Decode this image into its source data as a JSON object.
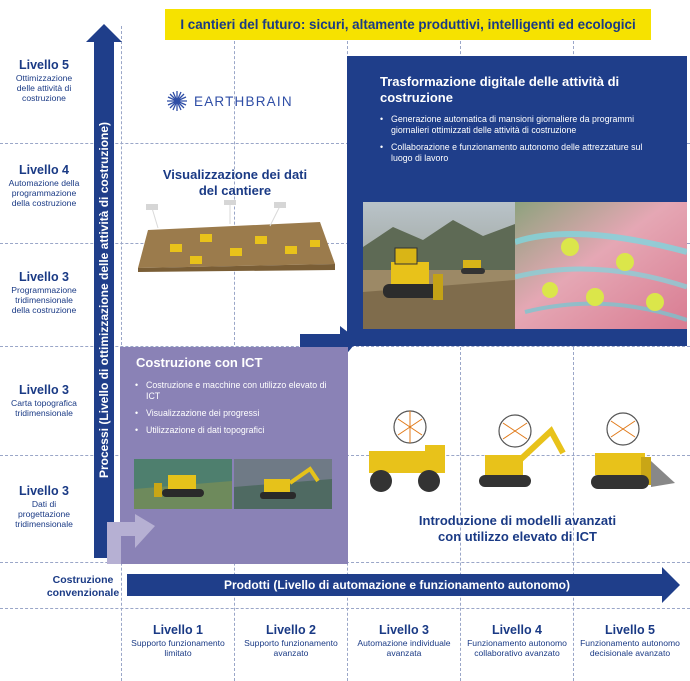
{
  "title": "I cantieri del futuro: sicuri, altamente produttivi, intelligenti ed ecologici",
  "left_levels": [
    {
      "label": "Livello 5",
      "sub": [
        "Ottimizzazione",
        "delle attività di",
        "costruzione"
      ]
    },
    {
      "label": "Livello 4",
      "sub": [
        "Automazione della",
        "programmazione",
        "della costruzione"
      ]
    },
    {
      "label": "Livello 3",
      "sub": [
        "Programmazione",
        "tridimensionale",
        "della costruzione"
      ]
    },
    {
      "label": "Livello 3",
      "sub": [
        "Carta topografica",
        "tridimensionale"
      ]
    },
    {
      "label": "Livello 3",
      "sub": [
        "Dati di",
        "progettazione",
        "tridimensionale"
      ]
    }
  ],
  "conventional": [
    "Costruzione",
    "convenzionale"
  ],
  "bottom_levels": [
    {
      "label": "Livello 1",
      "sub": [
        "Supporto funzionamento",
        "limitato"
      ]
    },
    {
      "label": "Livello 2",
      "sub": [
        "Supporto funzionamento",
        "avanzato"
      ]
    },
    {
      "label": "Livello 3",
      "sub": [
        "Automazione individuale",
        "avanzata"
      ]
    },
    {
      "label": "Livello 4",
      "sub": [
        "Funzionamento autonomo",
        "collaborativo avanzato"
      ]
    },
    {
      "label": "Livello 5",
      "sub": [
        "Funzionamento autonomo",
        "decisionale avanzato"
      ]
    }
  ],
  "vertical_axis": "Processi (Livello di ottimizzazione delle attività di costruzione)",
  "horizontal_axis": "Prodotti (Livello di automazione e funzionamento autonomo)",
  "logo": "EARTHBRAIN",
  "visualization_title": [
    "Visualizzazione dei dati",
    "del cantiere"
  ],
  "digital": {
    "title": [
      "Trasformazione digitale delle attività di",
      "costruzione"
    ],
    "bullets": [
      "Generazione automatica di mansioni giornaliere da programmi giornalieri ottimizzati delle attività di costruzione",
      "Collaborazione e funzionamento autonomo delle attrezzature sul luogo di lavoro"
    ]
  },
  "ict": {
    "title": "Costruzione con ICT",
    "bullets": [
      "Costruzione e macchine con utilizzo elevato di ICT",
      "Visualizzazione dei progressi",
      "Utilizzazione di dati topografici"
    ]
  },
  "advanced": [
    "Introduzione di modelli avanzati",
    "con utilizzo elevato di ICT"
  ],
  "colors": {
    "navy": "#1f3e8a",
    "yellow": "#f6e200",
    "lavender": "#8a82b6",
    "text": "#1a3a85"
  }
}
